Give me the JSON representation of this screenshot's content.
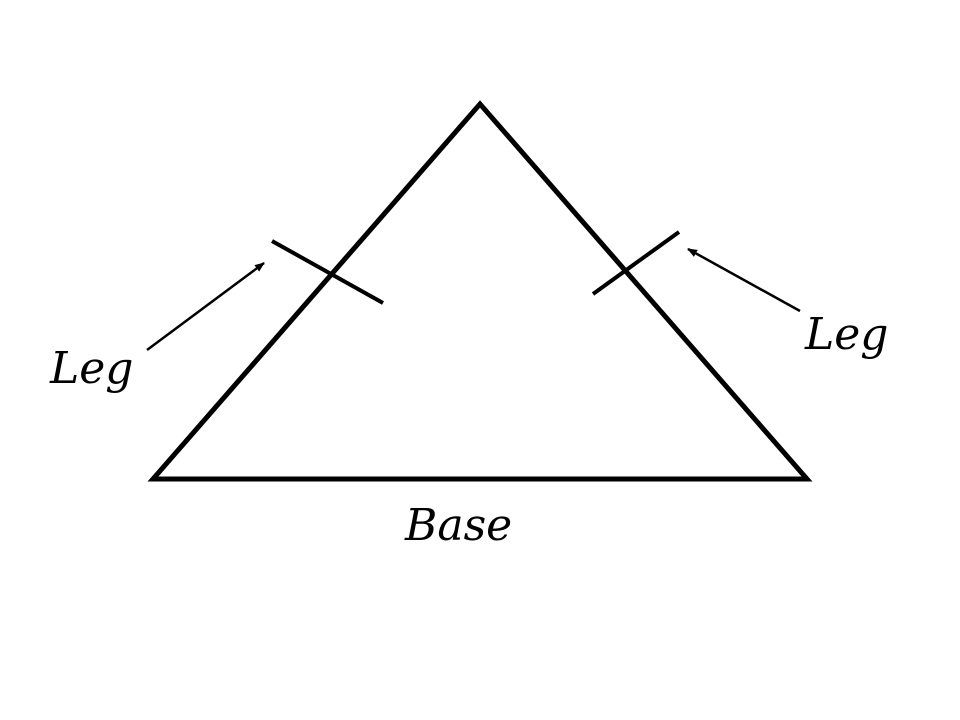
{
  "diagram": {
    "labels": {
      "left_leg": "Leg",
      "right_leg": "Leg",
      "base": "Base"
    },
    "colors": {
      "stroke": "#000000",
      "background": "#ffffff"
    }
  }
}
